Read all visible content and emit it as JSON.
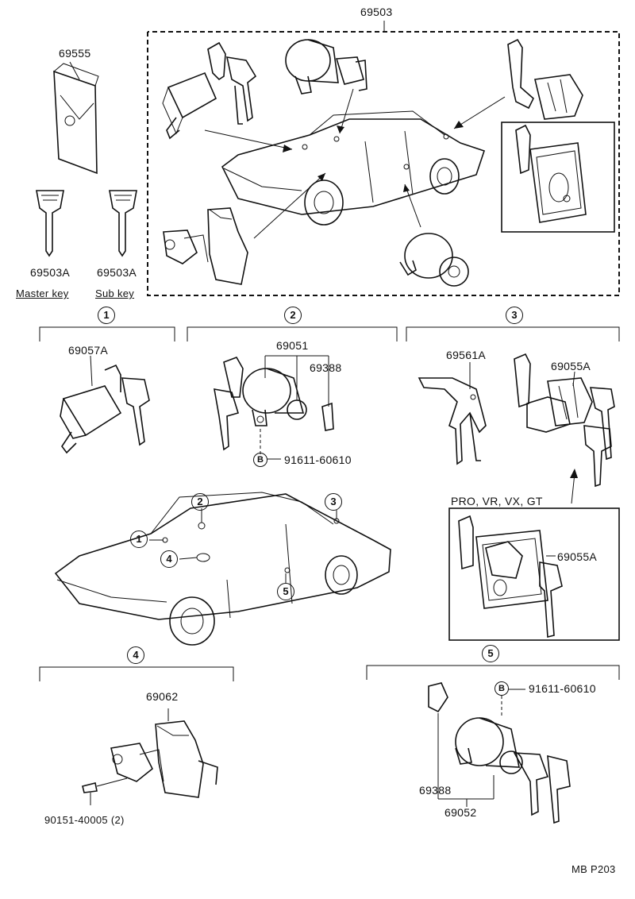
{
  "labels": {
    "assembly": "69503",
    "master_key_case": "69555",
    "master_key_part": "69503A",
    "sub_key_part": "69503A",
    "master_key_caption": "Master key",
    "sub_key_caption": "Sub key",
    "g1_part": "69057A",
    "g2_part_cyl": "69051",
    "g2_part_clip": "69388",
    "g2_bolt": "91611-60610",
    "g3_bracket": "69561A",
    "g3_cyl": "69055A",
    "variants": "PRO, VR, VX, GT",
    "g3_variant_cyl": "69055A",
    "g4_part": "69062",
    "g4_screw": "90151-40005 (2)",
    "g5_bolt": "91611-60610",
    "g5_clip": "69388",
    "g5_cyl": "69052",
    "page_code": "MB P203",
    "bolt_marker": "B"
  },
  "callouts": {
    "c1": "1",
    "c2": "2",
    "c3": "3",
    "c4": "4",
    "c5": "5"
  }
}
